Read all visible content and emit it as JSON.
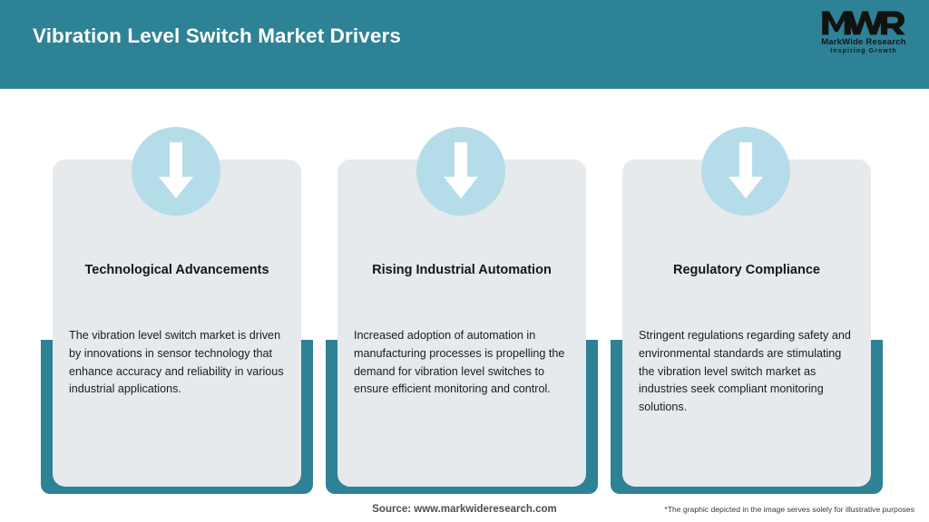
{
  "header": {
    "title": "Vibration Level Switch Market Drivers",
    "background_color": "#2e8296",
    "title_color": "#ffffff"
  },
  "logo": {
    "mark": "MWR",
    "company_name": "MarkWide Research",
    "tagline": "Inspiring Growth"
  },
  "theme": {
    "accent_teal": "#2e8296",
    "card_background": "#e6eaec",
    "icon_circle": "#b5dce9",
    "arrow_color": "#ffffff",
    "page_background": "#ffffff"
  },
  "cards": [
    {
      "icon": "arrow-down-icon",
      "title": "Technological Advancements",
      "body": "The vibration level switch market is driven by innovations in sensor technology that enhance accuracy and reliability in various industrial applications."
    },
    {
      "icon": "arrow-down-icon",
      "title": "Rising Industrial Automation",
      "body": "Increased adoption of automation in manufacturing processes is propelling the demand for vibration level switches to ensure efficient monitoring and control."
    },
    {
      "icon": "arrow-down-icon",
      "title": "Regulatory Compliance",
      "body": "Stringent regulations regarding safety and environmental standards are stimulating the vibration level switch market as industries seek compliant monitoring solutions."
    }
  ],
  "footer": {
    "source": "Source: www.markwideresearch.com",
    "disclaimer": "*The graphic depicted in the image serves solely for illustrative purposes"
  }
}
